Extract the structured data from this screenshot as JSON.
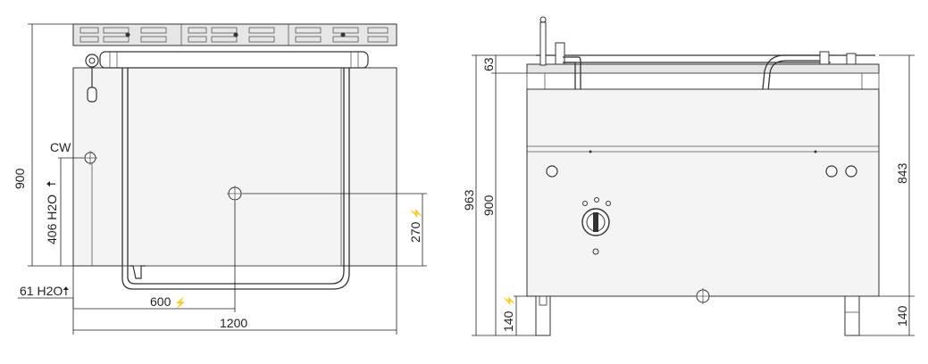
{
  "front_view": {
    "height_total": "900",
    "cold_water_label": "CW",
    "water_outlet_height": "406 H2O",
    "drain_height": "61 H2O",
    "electrical_height": "270",
    "electrical_offset": "600",
    "width_total": "1200"
  },
  "side_view": {
    "lid_height": "63",
    "height_open": "963",
    "height_body": "900",
    "height_right": "843",
    "leg_height_left": "140",
    "leg_height_right": "140"
  },
  "symbols": {
    "electric": "⚡",
    "arrow_up": "🠅"
  },
  "colors": {
    "line": "#333333",
    "body_fill": "#f4f4f4",
    "top_fill": "#e6e6e6"
  }
}
